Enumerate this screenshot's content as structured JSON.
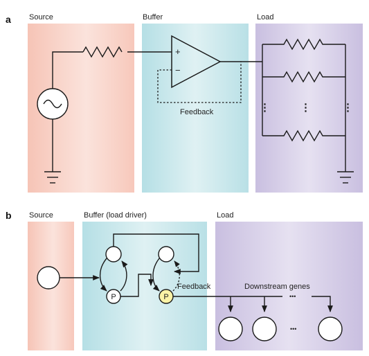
{
  "panel_a": {
    "letter": "a",
    "source_label": "Source",
    "buffer_label": "Buffer",
    "load_label": "Load",
    "feedback_label": "Feedback",
    "plus_sign": "+",
    "minus_sign": "−",
    "ellipsis_vertical": "⋮"
  },
  "panel_b": {
    "letter": "b",
    "source_label": "Source",
    "buffer_label": "Buffer (load driver)",
    "load_label": "Load",
    "feedback_label": "Feedback",
    "downstream_label": "Downstream genes",
    "promoter_1": "P",
    "promoter_2": "P",
    "ellipsis_1": "•••",
    "ellipsis_2": "•••"
  },
  "colors": {
    "source_bg": "#f8cbbe",
    "buffer_bg": "#bfe3e8",
    "load_bg": "#cfc6e3",
    "promoter_highlight": "#fbf3a6"
  }
}
